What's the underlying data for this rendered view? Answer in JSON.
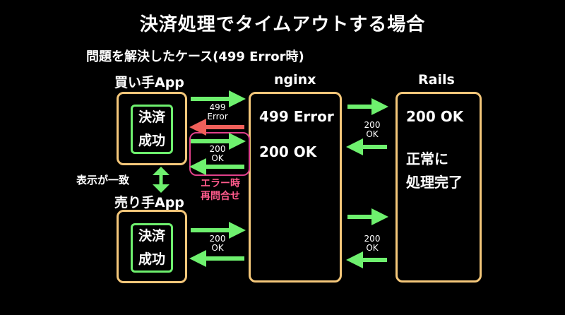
{
  "title": "決済処理でタイムアウトする場合",
  "subtitle": "問題を解決したケース(499 Error時)",
  "buyer_label": "買い手App",
  "seller_label": "売り手App",
  "nginx_label": "nginx",
  "rails_label": "Rails",
  "buyer_status": {
    "line1": "決済",
    "line2": "成功"
  },
  "seller_status": {
    "line1": "決済",
    "line2": "成功"
  },
  "nginx_499": "499 Error",
  "nginx_200": "200 OK",
  "rails_200": "200 OK",
  "rails_note": {
    "line1": "正常に",
    "line2": "処理完了"
  },
  "arrow_labels": {
    "a499_1": "499",
    "a499_2": "Error",
    "a200_top_1": "200",
    "a200_top_2": "OK",
    "rails_top_1": "200",
    "rails_top_2": "OK",
    "seller_1": "200",
    "seller_2": "OK",
    "rails_bottom_1": "200",
    "rails_bottom_2": "OK"
  },
  "match_label": "表示が一致",
  "error_note": {
    "line1": "エラー時",
    "line2": "再問合せ"
  },
  "colors": {
    "green": "#6ef06e",
    "red": "#f0605a",
    "pink": "#e0408a",
    "orange": "#f4c77a"
  }
}
